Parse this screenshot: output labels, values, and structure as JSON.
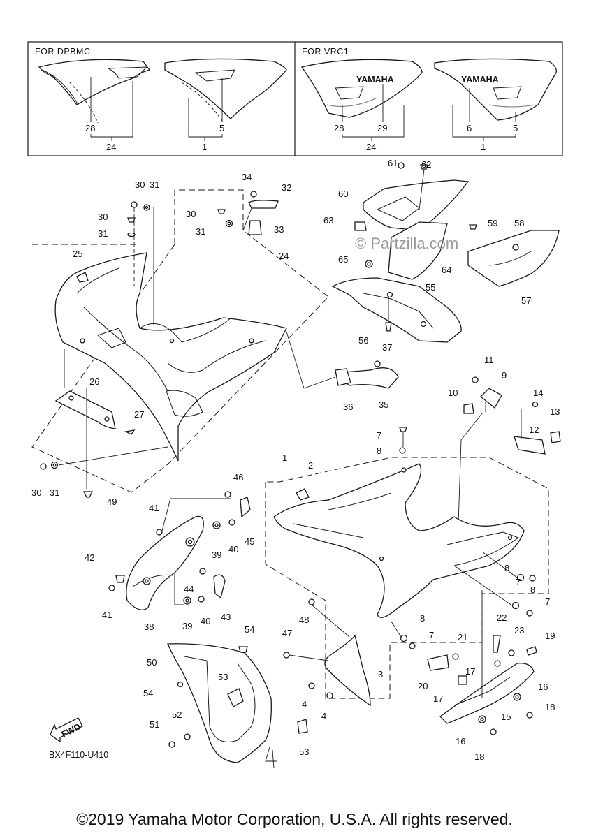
{
  "insets": [
    {
      "title": "FOR DPBMC",
      "labels": [
        "28",
        "24",
        "5",
        "1"
      ]
    },
    {
      "title": "FOR VRC1",
      "labels": [
        "28",
        "29",
        "24",
        "6",
        "5",
        "1"
      ],
      "brand_text": "YAMAHA"
    }
  ],
  "callouts": [
    {
      "id": "c34",
      "text": "34"
    },
    {
      "id": "c30a",
      "text": "30"
    },
    {
      "id": "c31a",
      "text": "31"
    },
    {
      "id": "c32",
      "text": "32"
    },
    {
      "id": "c30b",
      "text": "30"
    },
    {
      "id": "c31b",
      "text": "31"
    },
    {
      "id": "c30c",
      "text": "30"
    },
    {
      "id": "c31c",
      "text": "31"
    },
    {
      "id": "c33",
      "text": "33"
    },
    {
      "id": "c25",
      "text": "25"
    },
    {
      "id": "c24",
      "text": "24"
    },
    {
      "id": "c26",
      "text": "26"
    },
    {
      "id": "c27",
      "text": "27"
    },
    {
      "id": "c30d",
      "text": "30"
    },
    {
      "id": "c31d",
      "text": "31"
    },
    {
      "id": "c49",
      "text": "49"
    },
    {
      "id": "c61",
      "text": "61"
    },
    {
      "id": "c62",
      "text": "62"
    },
    {
      "id": "c60",
      "text": "60"
    },
    {
      "id": "c63",
      "text": "63"
    },
    {
      "id": "c59",
      "text": "59"
    },
    {
      "id": "c58",
      "text": "58"
    },
    {
      "id": "c65",
      "text": "65"
    },
    {
      "id": "c64",
      "text": "64"
    },
    {
      "id": "c57",
      "text": "57"
    },
    {
      "id": "c55",
      "text": "55"
    },
    {
      "id": "c56",
      "text": "56"
    },
    {
      "id": "c37",
      "text": "37"
    },
    {
      "id": "c36",
      "text": "36"
    },
    {
      "id": "c35",
      "text": "35"
    },
    {
      "id": "c11",
      "text": "11"
    },
    {
      "id": "c9",
      "text": "9"
    },
    {
      "id": "c10",
      "text": "10"
    },
    {
      "id": "c14",
      "text": "14"
    },
    {
      "id": "c13",
      "text": "13"
    },
    {
      "id": "c12",
      "text": "12"
    },
    {
      "id": "c7a",
      "text": "7"
    },
    {
      "id": "c8a",
      "text": "8"
    },
    {
      "id": "c1",
      "text": "1"
    },
    {
      "id": "c2",
      "text": "2"
    },
    {
      "id": "c46",
      "text": "46"
    },
    {
      "id": "c45",
      "text": "45"
    },
    {
      "id": "c41a",
      "text": "41"
    },
    {
      "id": "c39a",
      "text": "39"
    },
    {
      "id": "c40a",
      "text": "40"
    },
    {
      "id": "c42",
      "text": "42"
    },
    {
      "id": "c44",
      "text": "44"
    },
    {
      "id": "c41b",
      "text": "41"
    },
    {
      "id": "c38",
      "text": "38"
    },
    {
      "id": "c39b",
      "text": "39"
    },
    {
      "id": "c40b",
      "text": "40"
    },
    {
      "id": "c43",
      "text": "43"
    },
    {
      "id": "c8b",
      "text": "8"
    },
    {
      "id": "c7b",
      "text": "7"
    },
    {
      "id": "c8c",
      "text": "8"
    },
    {
      "id": "c7c",
      "text": "7"
    },
    {
      "id": "c8d",
      "text": "8"
    },
    {
      "id": "c7d",
      "text": "7"
    },
    {
      "id": "c48",
      "text": "48"
    },
    {
      "id": "c47",
      "text": "47"
    },
    {
      "id": "c3",
      "text": "3"
    },
    {
      "id": "c4a",
      "text": "4"
    },
    {
      "id": "c4b",
      "text": "4"
    },
    {
      "id": "c54a",
      "text": "54"
    },
    {
      "id": "c50",
      "text": "50"
    },
    {
      "id": "c53a",
      "text": "53"
    },
    {
      "id": "c54b",
      "text": "54"
    },
    {
      "id": "c51",
      "text": "51"
    },
    {
      "id": "c52",
      "text": "52"
    },
    {
      "id": "c53b",
      "text": "53"
    },
    {
      "id": "c22",
      "text": "22"
    },
    {
      "id": "c21",
      "text": "21"
    },
    {
      "id": "c23",
      "text": "23"
    },
    {
      "id": "c19",
      "text": "19"
    },
    {
      "id": "c20",
      "text": "20"
    },
    {
      "id": "c17a",
      "text": "17"
    },
    {
      "id": "c17b",
      "text": "17"
    },
    {
      "id": "c16a",
      "text": "16"
    },
    {
      "id": "c15",
      "text": "15"
    },
    {
      "id": "c18a",
      "text": "18"
    },
    {
      "id": "c16b",
      "text": "16"
    },
    {
      "id": "c18b",
      "text": "18"
    }
  ],
  "watermark": "© Partzilla.com",
  "fwd_label": "FWD",
  "diagram_code": "BX4F110-U410",
  "copyright": "©2019 Yamaha Motor Corporation, U.S.A. All rights reserved."
}
